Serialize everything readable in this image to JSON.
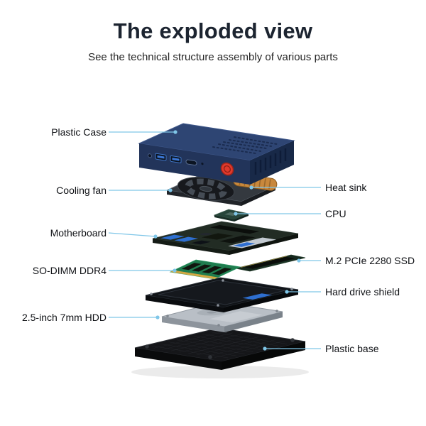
{
  "header": {
    "title": "The exploded view",
    "subtitle": "See the technical structure assembly of various parts"
  },
  "labels": {
    "left": [
      {
        "label": "Plastic Case"
      },
      {
        "label": "Cooling fan"
      },
      {
        "label": "Motherboard"
      },
      {
        "label": "SO-DIMM DDR4"
      },
      {
        "label": "2.5-inch 7mm HDD"
      }
    ],
    "right": [
      {
        "label": "Heat sink"
      },
      {
        "label": "CPU"
      },
      {
        "label": "M.2 PCIe 2280 SSD"
      },
      {
        "label": "Hard drive shield"
      },
      {
        "label": "Plastic base"
      }
    ]
  },
  "colors": {
    "accent_line": "#7fc6e8",
    "title_color": "#1c2430",
    "case_blue": "#22345a",
    "power_button_red": "#e0392c",
    "heat_sink_copper": "#c8883c",
    "pcb_green": "#1f7d4f"
  }
}
